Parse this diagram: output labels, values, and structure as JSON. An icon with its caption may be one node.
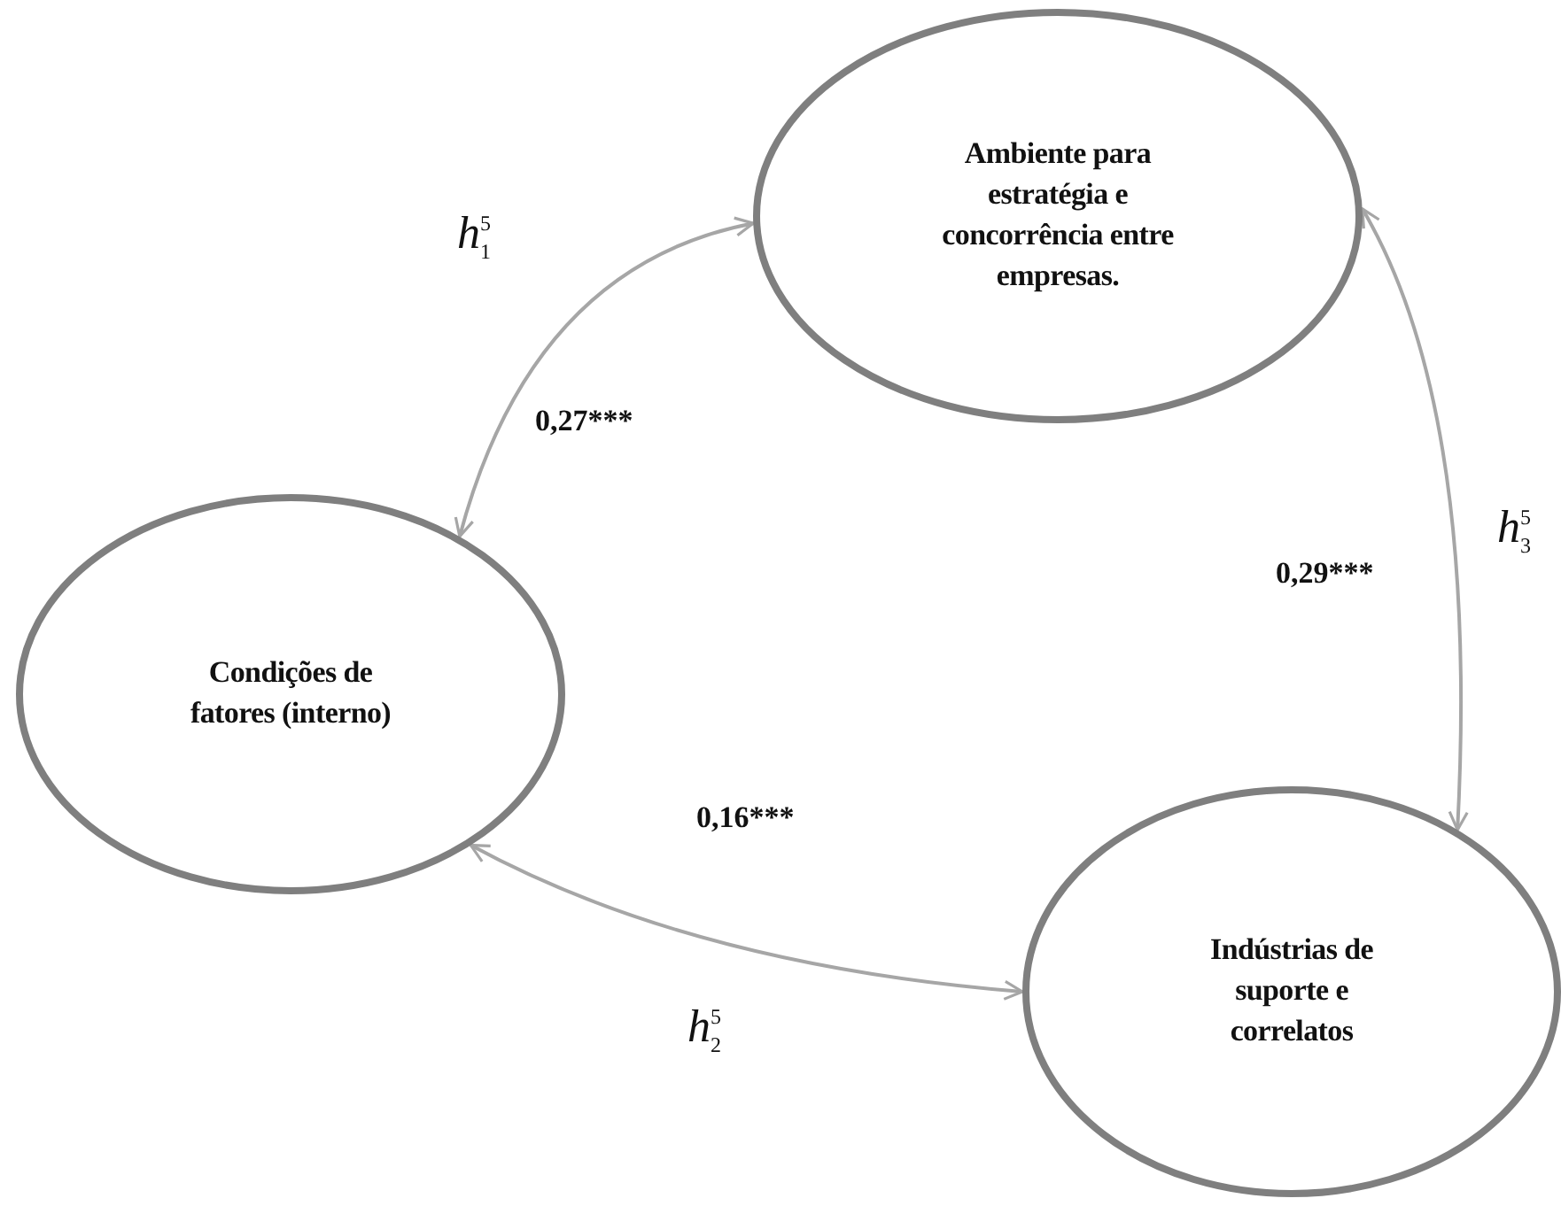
{
  "diagram": {
    "nodes": [
      {
        "text": [
          "Ambiente para estratégia e concorrência entre empresas."
        ]
      },
      {
        "text": [
          "Condições de fatores (interno)"
        ]
      },
      {
        "text": [
          "Indústrias de suporte e correlatos"
        ]
      }
    ],
    "edges": [
      {
        "from": 0,
        "to": 1,
        "arrow": "both"
      },
      {
        "from": 0,
        "to": 2,
        "arrow": "both"
      },
      {
        "from": 1,
        "to": 2,
        "arrow": "both"
      }
    ],
    "labels": [
      "*h*$_{1}$$^{5}$",
      "0,27***",
      "*h*$_{3}$$^{5}$",
      "0,29***",
      "0,16***",
      "*h*$_{2}$$^{5}$"
    ]
  }
}
